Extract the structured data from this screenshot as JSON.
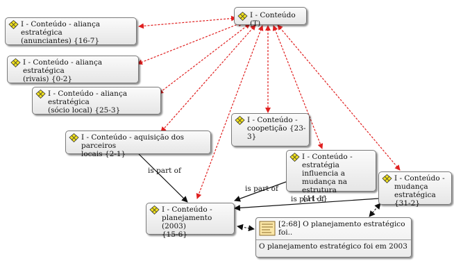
{
  "nodes": {
    "root": "I - Conteúdo (T)",
    "anunciantes": "I - Conteúdo - aliança estratégica\n(anunciantes) {16-7}",
    "rivais": "I - Conteúdo - aliança estratégica\n(rivais) {0-2}",
    "socio": "I - Conteúdo - aliança estratégica\n(sócio local) {25-3}",
    "aquisicao": "I - Conteúdo - aquisição dos parceiros\nlocais {2-1}",
    "coopeticao": "I - Conteúdo -\ncoopetição {23-\n3}",
    "estrategia": "I - Conteúdo -\nestratégia influencia a\nmudança na estrutura\n{11-1}",
    "mudanca": "I - Conteúdo -\nmudança\nestratégica {31-2}",
    "planejamento": "I - Conteúdo -\nplanejamento (2003)\n{15-6}"
  },
  "quotation": {
    "head": "[2:68] O planejamento estratégico\nfoi..",
    "body": "O planejamento estratégico foi em 2003"
  },
  "edge_labels": {
    "aquisicao_planejamento": "is part of",
    "estrategia_planejamento": "is part of",
    "mudanca_planejamento": "is part of"
  },
  "colors": {
    "red_edge": "#e02020",
    "black_edge": "#111111",
    "icon_yellow": "#f0e020"
  },
  "icons": {
    "code": "code-icon",
    "quotation": "document-icon"
  }
}
